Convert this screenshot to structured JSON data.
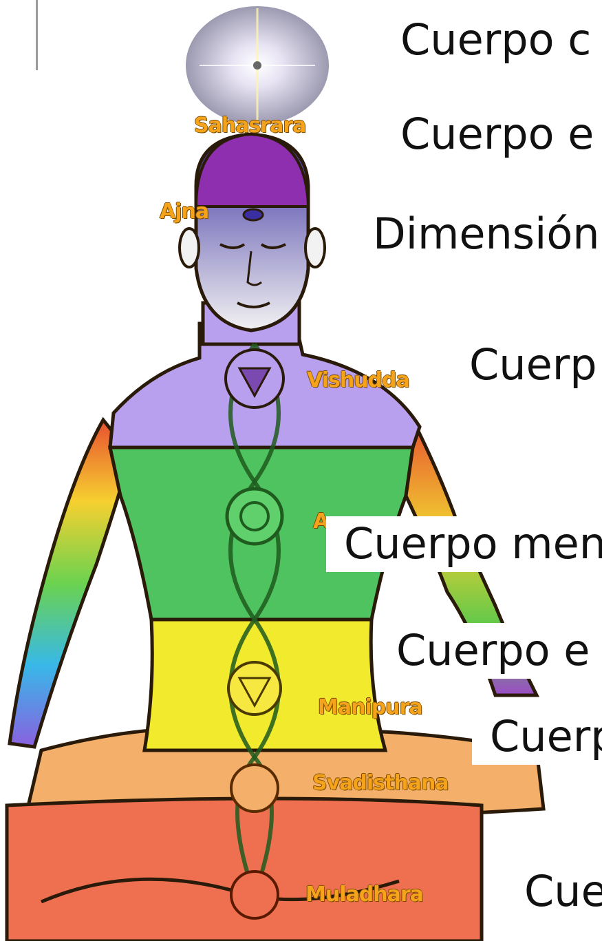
{
  "chakras": {
    "sahasrara": "Sahasrara",
    "ajna": "Ajna",
    "vishudda": "Vishudda",
    "anahata": "A",
    "manipura": "Manipura",
    "svadisthana": "Svadisthana",
    "muladhara": "Muladhara"
  },
  "bodies": {
    "line1": "Cuerpo c",
    "line2": "Cuerpo e",
    "line3": "Dimensión",
    "line4": "Cuerp",
    "line5": "Cuerpo men",
    "line6": "Cuerpo e",
    "line7": "Cuerp",
    "line8": "Cue"
  },
  "colors": {
    "crown": "#8e2fb0",
    "throat": "#b9a0ee",
    "heart": "#4fc35f",
    "solar": "#f2ea2c",
    "sacral": "#f4b06a",
    "root": "#ef7050",
    "outline": "#2a1a0a"
  }
}
